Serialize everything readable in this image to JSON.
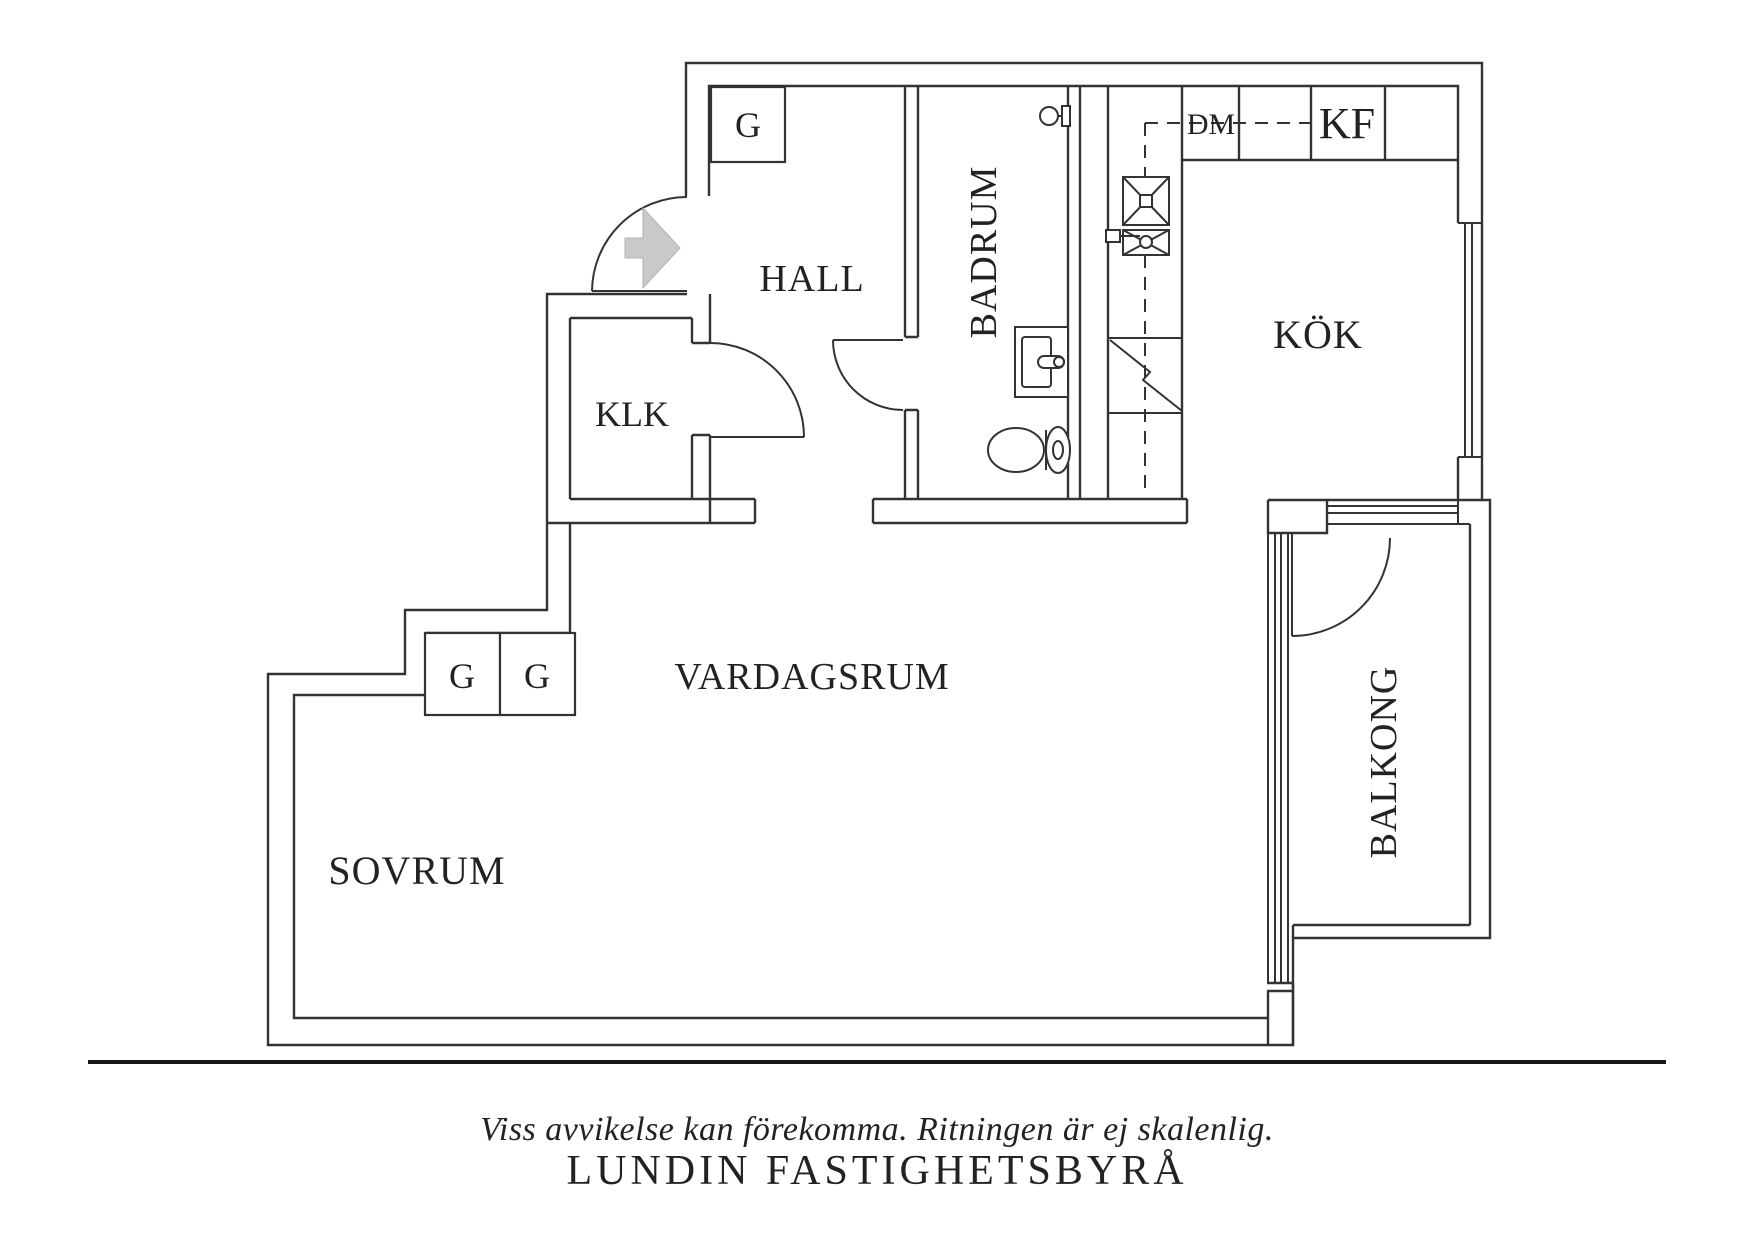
{
  "colors": {
    "line": "#333333",
    "arrow": "#c9c9c7",
    "footer_line": "#161616",
    "background": "#ffffff"
  },
  "rooms": {
    "hall": {
      "label": "HALL"
    },
    "badrum": {
      "label": "BADRUM"
    },
    "kok": {
      "label": "KÖK"
    },
    "klk": {
      "label": "KLK"
    },
    "vardagsrum": {
      "label": "VARDAGSRUM"
    },
    "sovrum": {
      "label": "SOVRUM"
    },
    "balkong": {
      "label": "BALKONG"
    }
  },
  "fixtures": {
    "wardrobe_hall": "G",
    "wardrobe_left": "G",
    "wardrobe_right": "G",
    "dishwasher": "DM",
    "fridge_freezer": "KF"
  },
  "footer": {
    "disclaimer": "Viss avvikelse kan förekomma. Ritningen är ej skalenlig.",
    "brand": "LUNDIN FASTIGHETSBYRÅ"
  }
}
